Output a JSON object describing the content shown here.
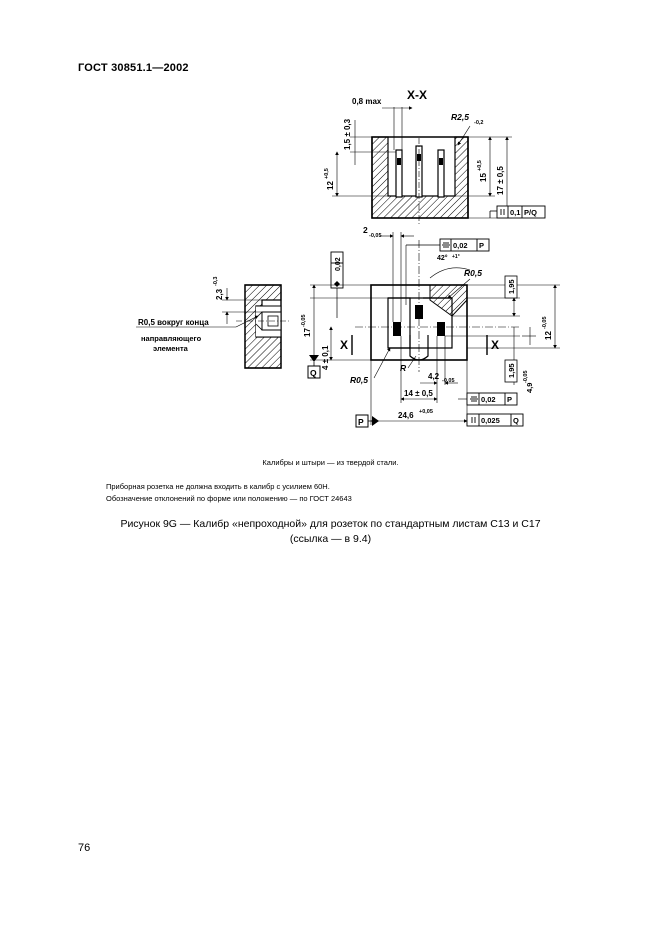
{
  "header": {
    "standard": "ГОСТ 30851.1—2002"
  },
  "drawing": {
    "section_label": "X-X",
    "section_marker": "X",
    "dims": {
      "d08max": "0,8 max",
      "d15": "1,5 ± 0,3",
      "d12": "12",
      "d12tol": "+0,5",
      "d15r": "15",
      "d15rtol": "+0,5",
      "d17": "17 ± 0,5",
      "r25": "R2,5",
      "r25tol": "-0,2",
      "d2": "2",
      "d2tol": "-0,05",
      "a42": "42°",
      "a42tol": "+1°",
      "r05a": "R0,5",
      "r05b": "R0,5",
      "r": "R",
      "d17b": "17",
      "d17btol": "-0,05",
      "d4": "4 ± 0,1",
      "d195a": "1,95",
      "d195b": "1,95",
      "d12b": "12",
      "d12btol": "-0,05",
      "d49": "4,9",
      "d49tol": "-0,05",
      "d42": "4,2",
      "d42tol": "-0,05",
      "d14": "14 ± 0,5",
      "d246": "24,6",
      "d246tol": "+0,05",
      "d23": "2,3",
      "d23tol": "-0,3",
      "r05note_1": "R0,5 вокруг конца",
      "r05note_2": "направляющего",
      "r05note_3": "элемента"
    },
    "tolerances": {
      "t01": "0,1",
      "tPQ": "P/Q",
      "t002a": "0,02",
      "tP": "P",
      "t002b": "0,02",
      "t002c": "0,02",
      "tP2": "P",
      "t0025": "0,025",
      "tQ": "Q"
    },
    "datums": {
      "P": "P",
      "Q": "Q"
    }
  },
  "notes": {
    "material": "Калибры и штыри — из твердой стали.",
    "force": "Приборная розетка не должна входить в калибр с усилием 60Н.",
    "reference": "Обозначение отклонений по форме или положению — по ГОСТ 24643"
  },
  "caption": {
    "line1": "Рисунок 9G — Калибр «непроходной» для розеток по стандартным листам С13 и С17",
    "line2": "(ссылка — в 9.4)"
  },
  "page": {
    "number": "76"
  }
}
